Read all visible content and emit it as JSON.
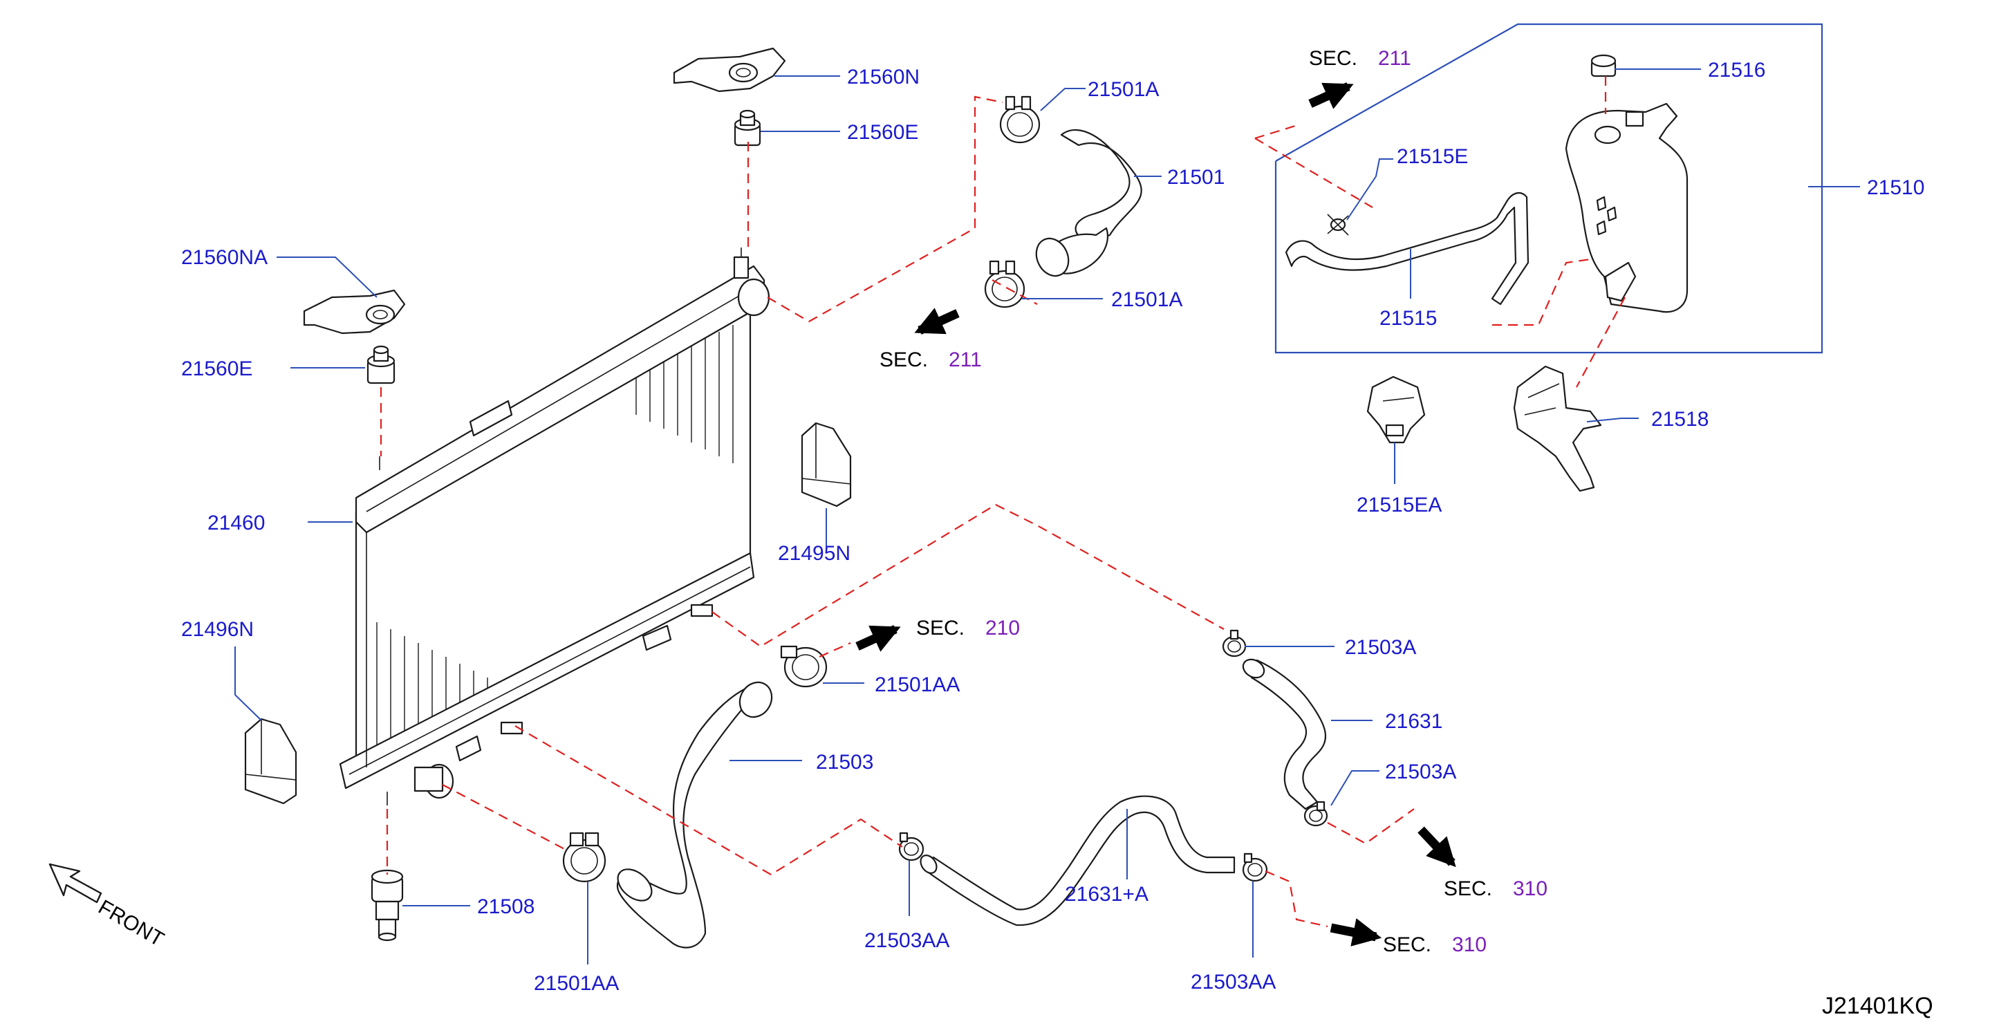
{
  "diagram_id": "J21401KQ",
  "orientation": {
    "label": "FRONT"
  },
  "parts": {
    "p21560N": "21560N",
    "p21560E": "21560E",
    "p21501A_top": "21501A",
    "p21501": "21501",
    "p21501A_bottom": "21501A",
    "p21560NA": "21560NA",
    "p21560E_left": "21560E",
    "p21460": "21460",
    "p21496N": "21496N",
    "p21495N": "21495N",
    "p21516": "21516",
    "p21515E": "21515E",
    "p21510": "21510",
    "p21515": "21515",
    "p21518": "21518",
    "p21515EA": "21515EA",
    "p21501AA_right": "21501AA",
    "p21503": "21503",
    "p21503A_top": "21503A",
    "p21631": "21631",
    "p21503A_bottom": "21503A",
    "p21508": "21508",
    "p21501AA_bottom": "21501AA",
    "p21503AA_left": "21503AA",
    "p21631A": "21631+A",
    "p21503AA_right": "21503AA"
  },
  "section_refs": {
    "sec211_top": {
      "label": "SEC.",
      "number": "211"
    },
    "sec211_mid": {
      "label": "SEC.",
      "number": "211"
    },
    "sec210": {
      "label": "SEC.",
      "number": "210"
    },
    "sec310_upper": {
      "label": "SEC.",
      "number": "310"
    },
    "sec310_lower": {
      "label": "SEC.",
      "number": "310"
    }
  },
  "colors": {
    "part_number": "#1a1acc",
    "section_number": "#7a1fb8",
    "leader": "#2c4fb8",
    "dashed_reference": "#e0201e",
    "outline": "#1a1a1a"
  }
}
